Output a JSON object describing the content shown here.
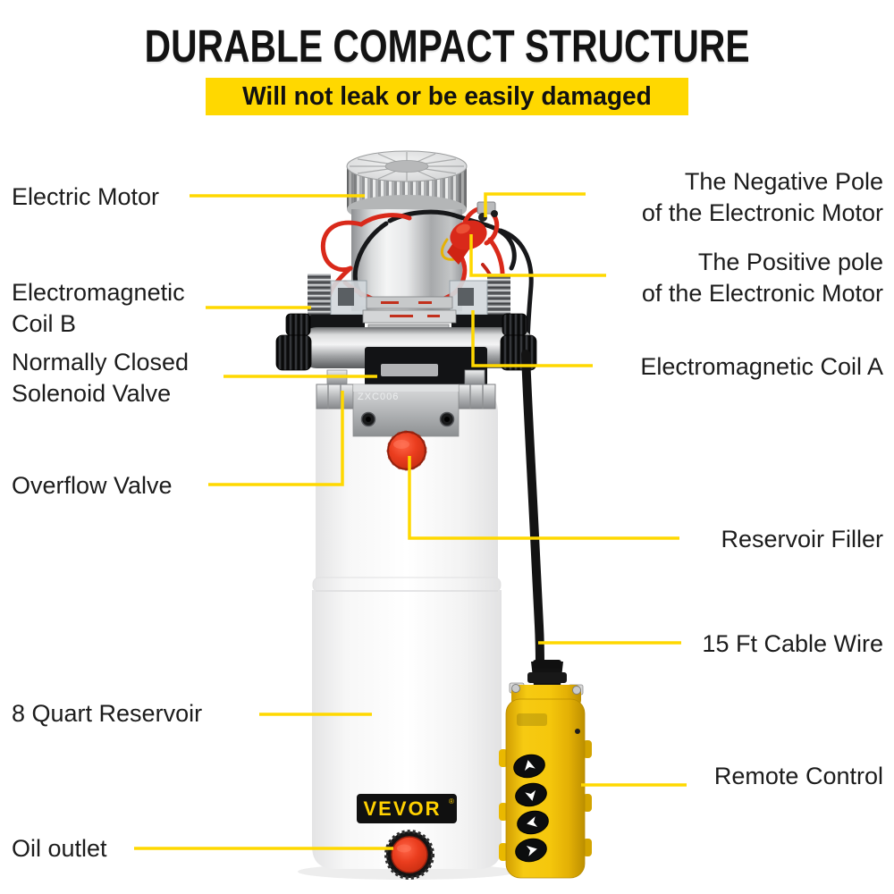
{
  "header": {
    "title": "DURABLE COMPACT STRUCTURE",
    "subtitle": "Will not leak or be easily damaged"
  },
  "callouts": {
    "electric_motor": {
      "lines": [
        "Electric Motor"
      ]
    },
    "coil_b": {
      "lines": [
        "Electromagnetic",
        "Coil B"
      ]
    },
    "nc_solenoid": {
      "lines": [
        "Normally Closed",
        "Solenoid Valve"
      ]
    },
    "overflow_valve": {
      "lines": [
        "Overflow Valve"
      ]
    },
    "reservoir_8qt": {
      "lines": [
        "8 Quart Reservoir"
      ]
    },
    "oil_outlet": {
      "lines": [
        "Oil outlet"
      ]
    },
    "negative_pole": {
      "lines": [
        "The Negative Pole",
        "of the Electronic Motor"
      ]
    },
    "positive_pole": {
      "lines": [
        "The Positive pole",
        "of the Electronic Motor"
      ]
    },
    "coil_a": {
      "lines": [
        "Electromagnetic Coil A"
      ]
    },
    "reservoir_filler": {
      "lines": [
        "Reservoir Filler"
      ]
    },
    "cable_wire": {
      "lines": [
        "15 Ft Cable Wire"
      ]
    },
    "remote_control": {
      "lines": [
        "Remote Control"
      ]
    }
  },
  "product": {
    "brand": "VEVOR",
    "brand_mark": "®",
    "valve_code": "ZXC006",
    "remote_buttons": [
      "arrow-up-icon",
      "arrow-down-icon",
      "arrow-left-icon",
      "arrow-right-icon"
    ]
  },
  "colors": {
    "banner_yellow": "#FFD800",
    "leader_line_yellow": "#FFD800",
    "brand_yellow": "#FFD101",
    "pendant_yellow": "#F5C70C",
    "cap_red": "#E23A1C",
    "wire_red": "#D9291A",
    "text_black": "#1C1C1C"
  }
}
